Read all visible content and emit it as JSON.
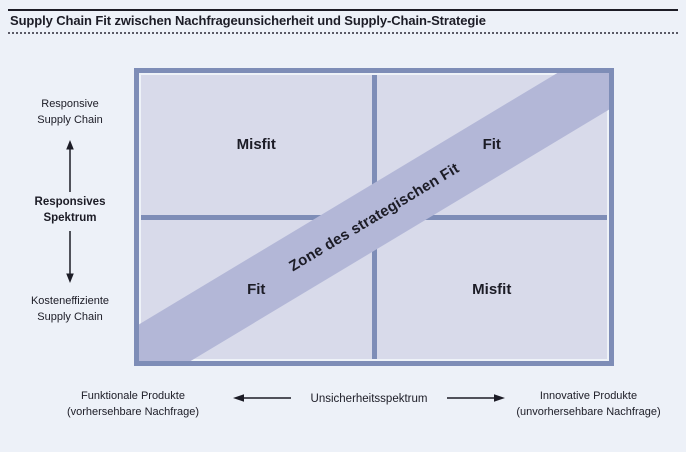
{
  "title": "Supply Chain Fit zwischen Nachfrageunsicherheit und Supply-Chain-Strategie",
  "y_axis": {
    "top_label_line1": "Responsive",
    "top_label_line2": "Supply Chain",
    "axis_label_line1": "Responsives",
    "axis_label_line2": "Spektrum",
    "bottom_label_line1": "Kosteneffiziente",
    "bottom_label_line2": "Supply Chain"
  },
  "x_axis": {
    "left_label_line1": "Funktionale Produkte",
    "left_label_line2": "(vorhersehbare Nachfrage)",
    "axis_label": "Unsicherheitsspektrum",
    "right_label_line1": "Innovative Produkte",
    "right_label_line2": "(unvorhersehbare Nachfrage)"
  },
  "matrix": {
    "quadrants": [
      {
        "position": "top-left",
        "label": "Misfit"
      },
      {
        "position": "top-right",
        "label": "Fit"
      },
      {
        "position": "bottom-left",
        "label": "Fit"
      },
      {
        "position": "bottom-right",
        "label": "Misfit"
      }
    ],
    "diagonal_band_label": "Zone des strategischen Fit"
  },
  "icons": [
    "arrow-up-icon",
    "arrow-down-icon",
    "arrow-left-icon",
    "arrow-right-icon"
  ],
  "colors": {
    "page_background": "#edf1f8",
    "matrix_border": "#7e8db7",
    "quadrant_fill": "#d8daea",
    "band_fill": "#b3b7d7",
    "text": "#1c1c26"
  }
}
